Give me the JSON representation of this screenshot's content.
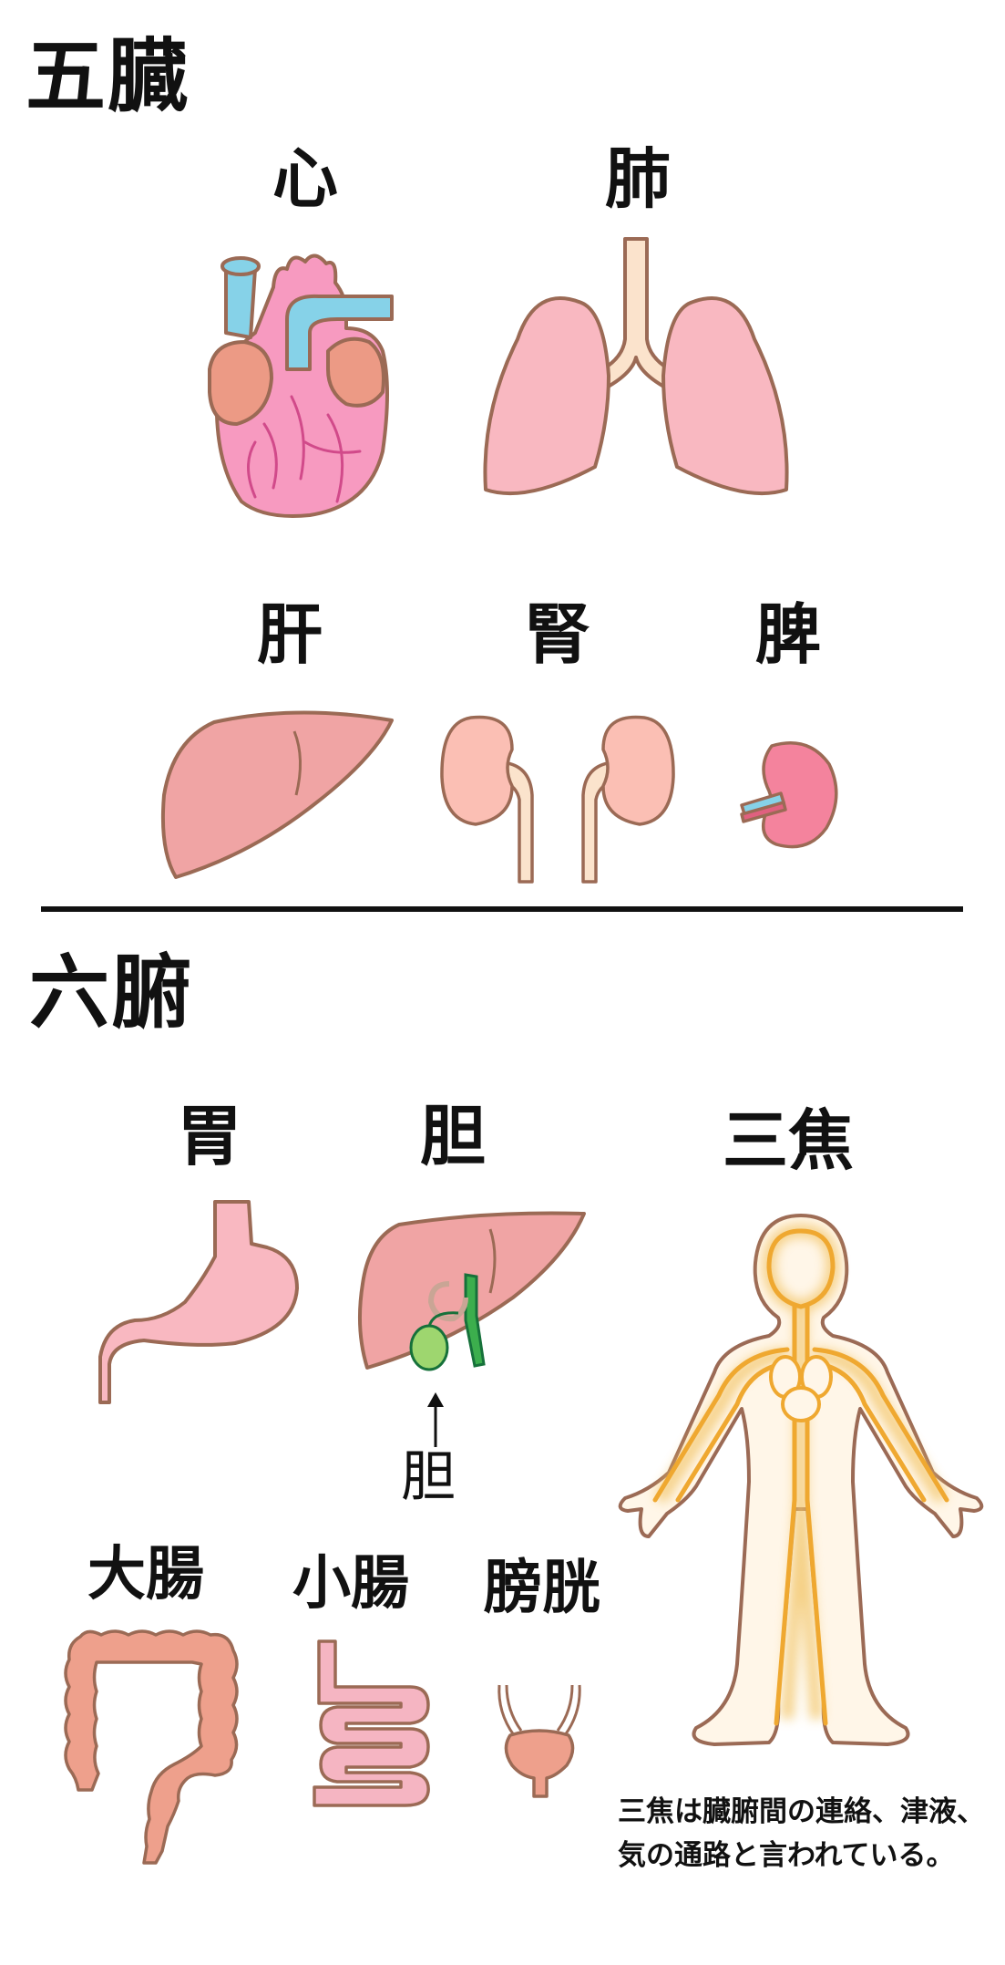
{
  "zang": {
    "title": "五臓",
    "organs": {
      "heart": "心",
      "lung": "肺",
      "liver": "肝",
      "kidney": "腎",
      "spleen": "脾"
    }
  },
  "fu": {
    "title": "六腑",
    "organs": {
      "stomach": "胃",
      "gallbladder": "胆",
      "triple_burner": "三焦",
      "large_intestine": "大腸",
      "small_intestine": "小腸",
      "bladder": "膀胱"
    },
    "gallbladder_pointer": "胆",
    "triple_burner_note": [
      "三焦は臓腑間の連絡、津液、",
      "気の通路と言われている。"
    ]
  },
  "colors": {
    "outline": "#9b6a55",
    "heart_pink": "#f79ac0",
    "vessel_blue": "#86d2e8",
    "lung_pink": "#f9b8c1",
    "liver": "#f0a4a4",
    "kidney": "#fbbfb4",
    "spleen": "#f4839d",
    "intestine": "#eea08c",
    "small_intestine": "#f5b5c2",
    "gallbladder_green": "#9ed66f",
    "body_glow": "#efa830",
    "divider": "#111111"
  }
}
